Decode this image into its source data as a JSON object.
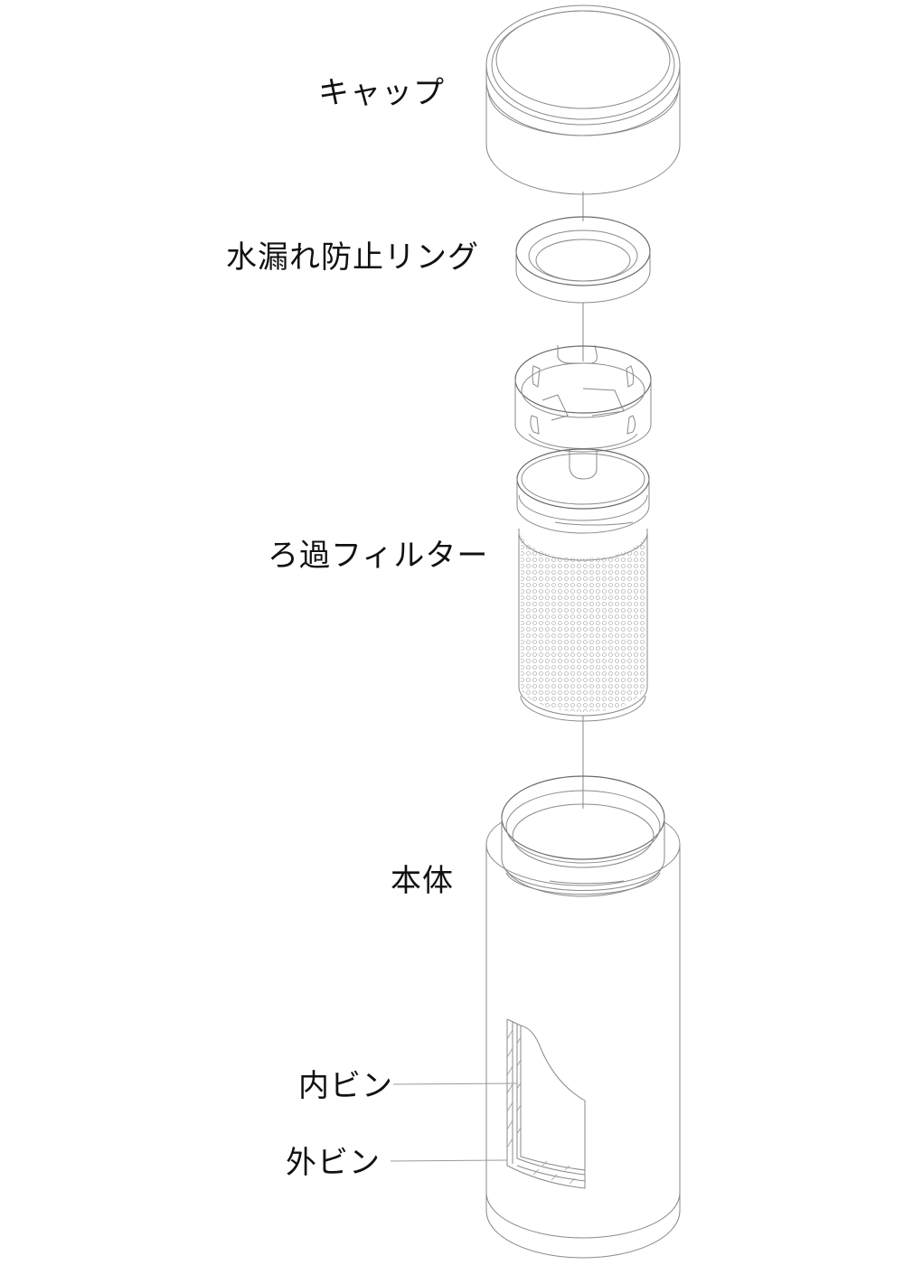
{
  "diagram": {
    "type": "exploded-view",
    "subject": "filter bottle",
    "line_color": "#8a8a8a",
    "text_color": "#111111",
    "background": "#ffffff"
  },
  "labels": {
    "cap": "キャップ",
    "leak_ring": "水漏れ防止リング",
    "filter": "ろ過フィルター",
    "body": "本体",
    "inner_bottle": "内ビン",
    "outer_bottle": "外ビン"
  },
  "parts": [
    {
      "id": "cap",
      "order": 1
    },
    {
      "id": "leak_ring",
      "order": 2
    },
    {
      "id": "filter_basket",
      "order": 3
    },
    {
      "id": "filter_mesh",
      "order": 4
    },
    {
      "id": "body",
      "order": 5
    }
  ]
}
